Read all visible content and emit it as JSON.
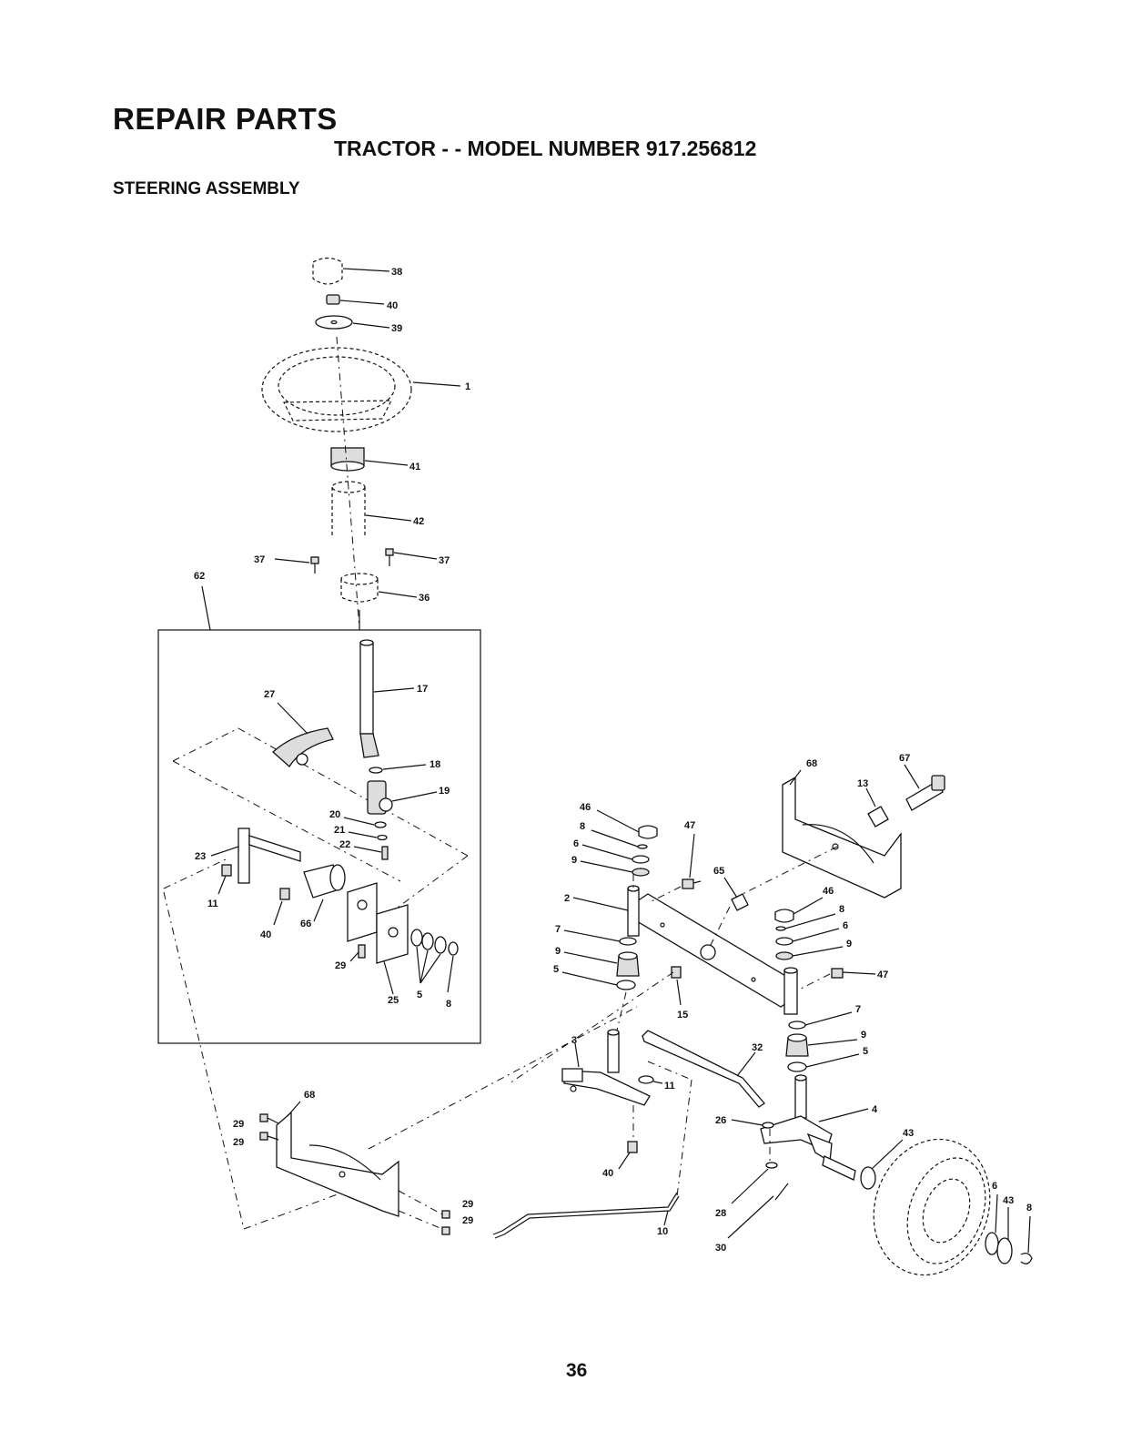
{
  "header": {
    "title": "REPAIR PARTS",
    "subtitle": "TRACTOR - - MODEL NUMBER 917.256812",
    "section": "STEERING ASSEMBLY"
  },
  "page_number": "36",
  "callouts": {
    "c38": "38",
    "c40a": "40",
    "c39": "39",
    "c1": "1",
    "c41": "41",
    "c42": "42",
    "c37a": "37",
    "c37b": "37",
    "c36": "36",
    "c62": "62",
    "c17": "17",
    "c27": "27",
    "c18": "18",
    "c19": "19",
    "c20": "20",
    "c21": "21",
    "c22": "22",
    "c23": "23",
    "c11a": "11",
    "c40b": "40",
    "c66": "66",
    "c29a": "29",
    "c25": "25",
    "c5a": "5",
    "c8a": "8",
    "c68a": "68",
    "c67": "67",
    "c13": "13",
    "c46a": "46",
    "c8b": "8",
    "c47a": "47",
    "c6a": "6",
    "c9a": "9",
    "c65": "65",
    "c46b": "46",
    "c2": "2",
    "c8c": "8",
    "c6b": "6",
    "c9b": "9",
    "c7a": "7",
    "c9c": "9",
    "c5b": "5",
    "c47b": "47",
    "c15": "15",
    "c7b": "7",
    "c9d": "9",
    "c5c": "5",
    "c3": "3",
    "c32": "32",
    "c11b": "11",
    "c68b": "68",
    "c4": "4",
    "c26": "26",
    "c29b": "29",
    "c29c": "29",
    "c43a": "43",
    "c40c": "40",
    "c6c": "6",
    "c43b": "43",
    "c8d": "8",
    "c28": "28",
    "c29d": "29",
    "c29e": "29",
    "c10": "10",
    "c30": "30"
  }
}
